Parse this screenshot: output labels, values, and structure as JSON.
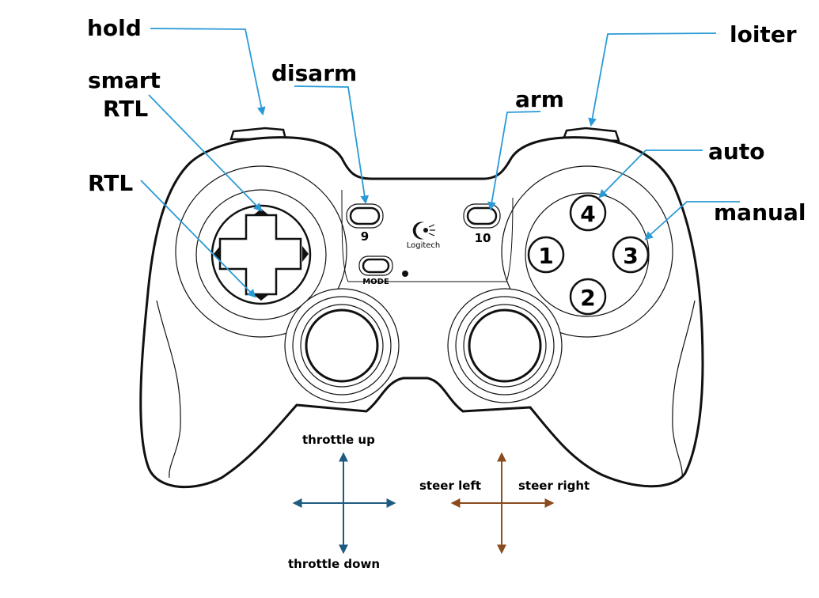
{
  "labels": {
    "hold": "hold",
    "smart_rtl_line1": "smart",
    "smart_rtl_line2": "RTL",
    "rtl": "RTL",
    "disarm": "disarm",
    "arm": "arm",
    "loiter": "loiter",
    "auto": "auto",
    "manual": "manual"
  },
  "controller": {
    "button_9": "9",
    "button_10": "10",
    "mode": "MODE",
    "brand": "Logitech",
    "face_buttons": {
      "top": "4",
      "left": "1",
      "right": "3",
      "bottom": "2"
    }
  },
  "legend": {
    "throttle_up": "throttle up",
    "throttle_down": "throttle down",
    "steer_left": "steer left",
    "steer_right": "steer right"
  },
  "colors": {
    "callout_arrow": "#2a9ad6",
    "throttle_arrow": "#1f5b80",
    "steer_arrow": "#8a4b1f",
    "outline": "#111111"
  }
}
